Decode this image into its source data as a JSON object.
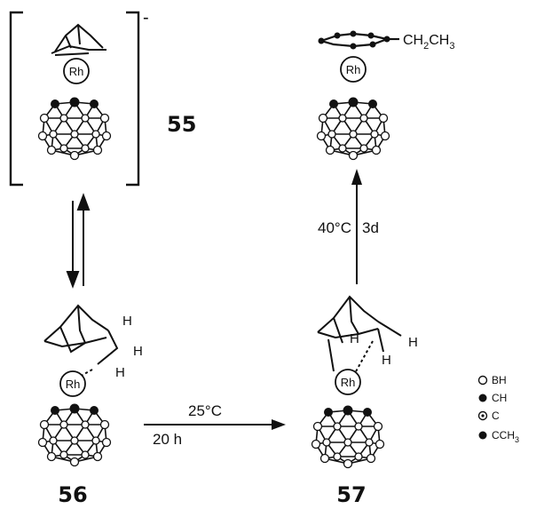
{
  "compounds": {
    "c55": {
      "label": "55",
      "charge": "-"
    },
    "c56": {
      "label": "56"
    },
    "c57": {
      "label": "57"
    }
  },
  "metal": "Rh",
  "substituent": {
    "base": "CH",
    "sub": "2",
    "mid": "CH",
    "sub2": "3"
  },
  "h_labels": [
    "H",
    "H",
    "H"
  ],
  "h_labels_57": [
    "H",
    "H",
    "H"
  ],
  "reaction_56_to_57": {
    "temperature": "25°C",
    "time": "20 h"
  },
  "reaction_57_to_product": {
    "temperature": "40°C",
    "time": "3d"
  },
  "legend": [
    {
      "symbol": "open-circle",
      "text": "BH"
    },
    {
      "symbol": "filled-circle",
      "text": "CH"
    },
    {
      "symbol": "dotted-circle",
      "text": "C"
    },
    {
      "symbol": "filled-circle",
      "text": "CCH",
      "sub": "3"
    }
  ]
}
